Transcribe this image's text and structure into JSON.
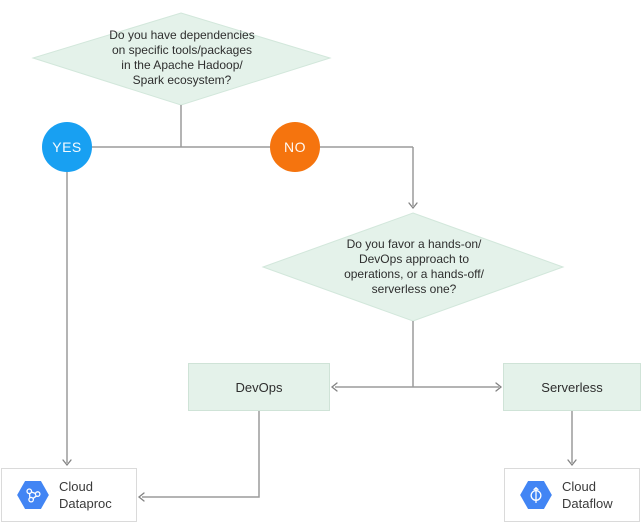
{
  "diagram": {
    "decision1": {
      "text": "Do you have dependencies\non specific tools/packages\nin the Apache Hadoop/\nSpark ecosystem?"
    },
    "decision2": {
      "text": "Do you favor a hands-on/\nDevOps approach to\noperations, or a hands-off/\nserverless one?"
    },
    "branch_yes": {
      "label": "YES",
      "color": "#18a0f2"
    },
    "branch_no": {
      "label": "NO",
      "color": "#f5740e"
    },
    "option_devops": {
      "label": "DevOps"
    },
    "option_serverless": {
      "label": "Serverless"
    },
    "product_dataproc": {
      "label": "Cloud\nDataproc",
      "icon": "dataproc-hexagon-icon"
    },
    "product_dataflow": {
      "label": "Cloud\nDataflow",
      "icon": "dataflow-hexagon-icon"
    },
    "colors": {
      "decision_fill": "#e4f2ea",
      "decision_border": "#d2e7db",
      "option_fill": "#e4f2ea",
      "option_border": "#cfe3d7",
      "connector_gray": "#9b9b9b",
      "product_border": "#dadada",
      "gcp_icon_blue": "#4285f4",
      "text_dark": "#2e2e2e"
    }
  }
}
